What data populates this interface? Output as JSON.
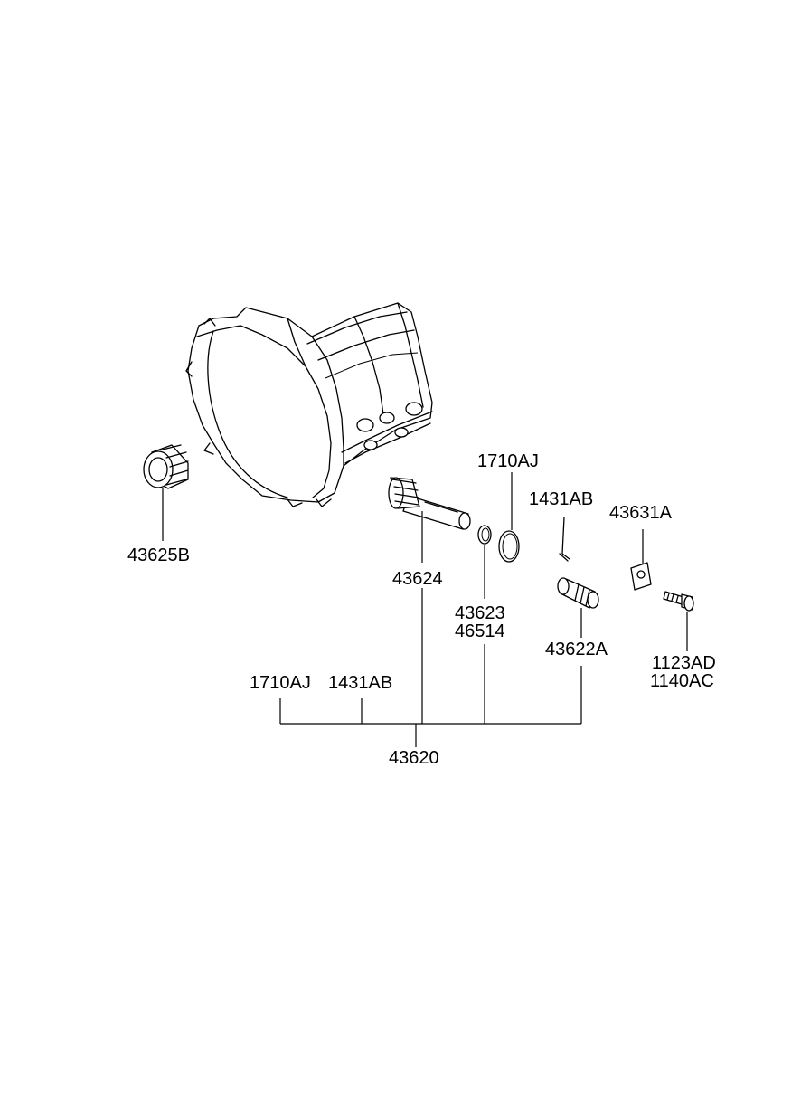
{
  "diagram": {
    "labels": {
      "p43625B": "43625B",
      "p1710AJ_top": "1710AJ",
      "p1431AB_top": "1431AB",
      "p43631A": "43631A",
      "p43624": "43624",
      "p43623": "43623",
      "p46514": "46514",
      "p43622A": "43622A",
      "p1123AD": "1123AD",
      "p1140AC": "1140AC",
      "p1710AJ_kit": "1710AJ",
      "p1431AB_kit": "1431AB",
      "p43620": "43620"
    }
  }
}
